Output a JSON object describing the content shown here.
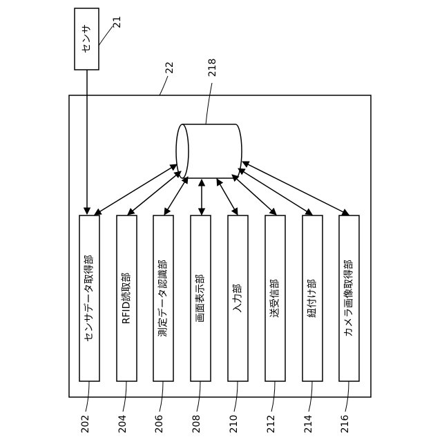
{
  "sensor": {
    "label": "センサ",
    "ref": "21"
  },
  "device": {
    "ref": "22"
  },
  "storage": {
    "ref": "218"
  },
  "units": [
    {
      "label": "センサデータ取得部",
      "ref": "202"
    },
    {
      "label": "RFID読取部",
      "ref": "204"
    },
    {
      "label": "測定データ認識部",
      "ref": "206"
    },
    {
      "label": "画面表示部",
      "ref": "208"
    },
    {
      "label": "入力部",
      "ref": "210"
    },
    {
      "label": "送受信部",
      "ref": "212"
    },
    {
      "label": "紐付け部",
      "ref": "214"
    },
    {
      "label": "カメラ画像取得部",
      "ref": "216"
    }
  ]
}
